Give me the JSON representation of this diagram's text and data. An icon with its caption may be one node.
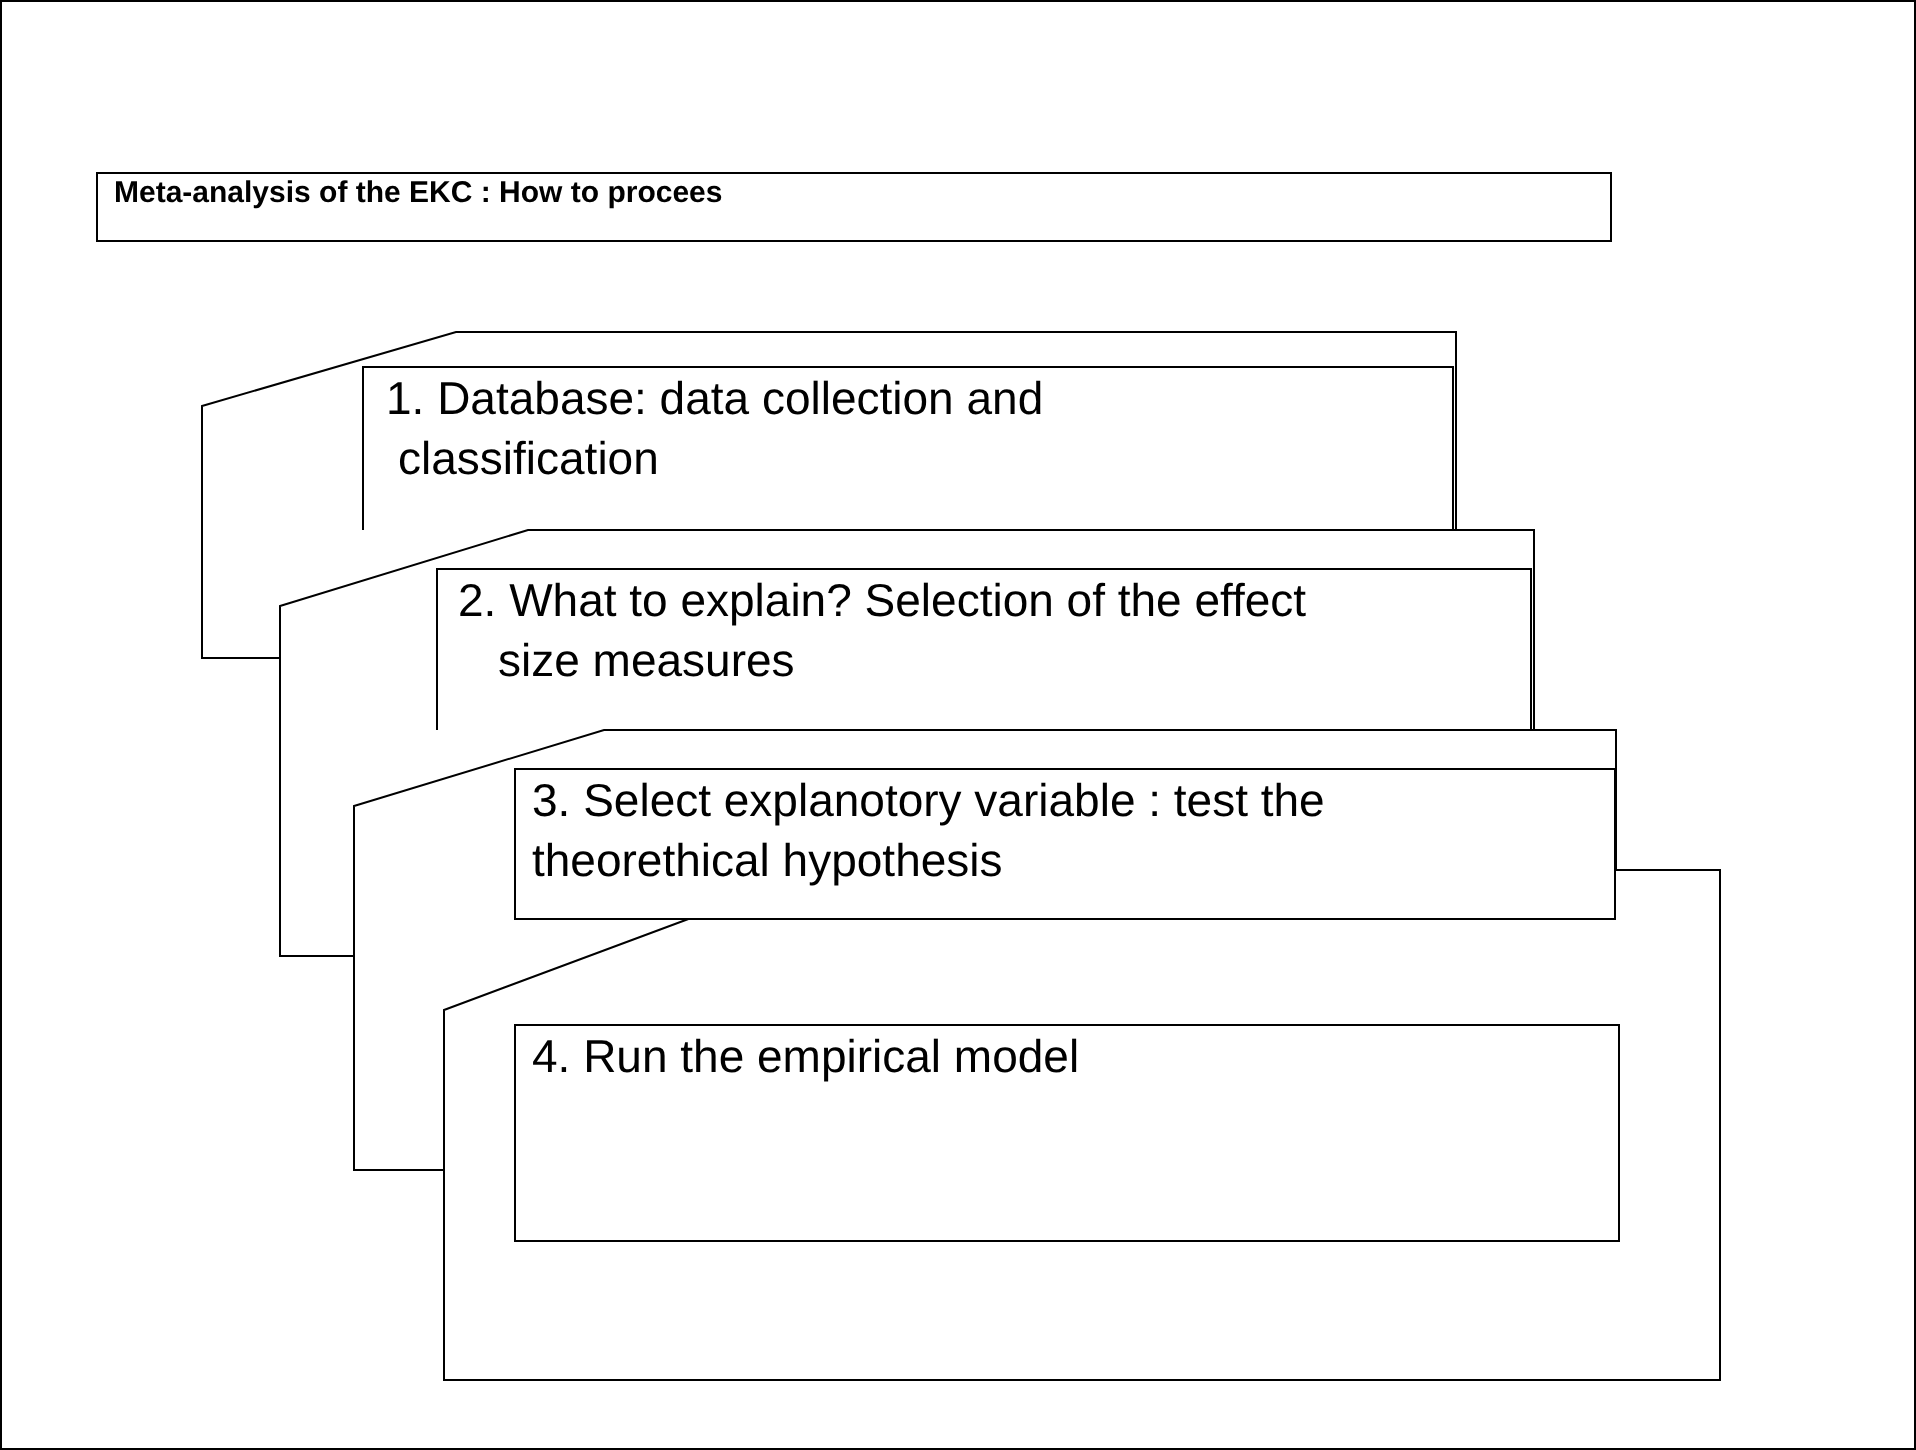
{
  "diagram": {
    "nodes": [
      {
        "text": [
          "Meta-analysis of the EKC : How to procees"
        ]
      },
      {
        "text": [],
        "shape": "folder"
      },
      {
        "text": [
          "1. Database: data collection and classification"
        ],
        "in": 1
      },
      {
        "text": [],
        "shape": "folder"
      },
      {
        "text": [
          "2. What to explain? Selection of the effect size measures"
        ],
        "in": 3
      },
      {
        "text": [],
        "shape": "folder"
      },
      {
        "text": [
          "3. Select explanotory variable : test the theorethical hypothesis"
        ],
        "in": 5
      },
      {
        "text": [],
        "shape": "folder"
      },
      {
        "text": [
          "4. Run the empirical model"
        ],
        "in": 7
      }
    ]
  }
}
